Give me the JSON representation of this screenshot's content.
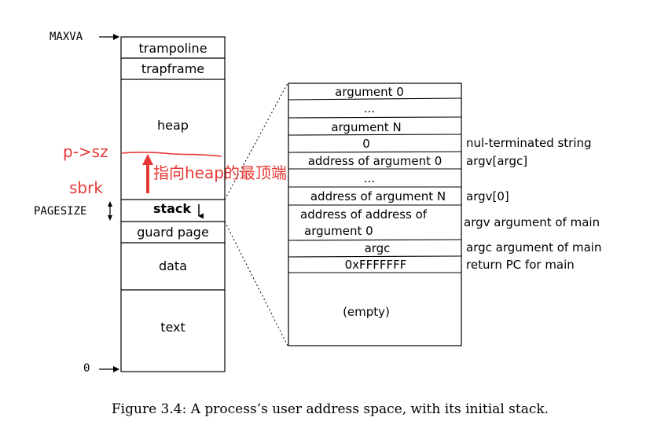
{
  "labels": {
    "maxva": "MAXVA",
    "pagesize": "PAGESIZE",
    "zero": "0"
  },
  "left_column": [
    {
      "id": "trampoline",
      "label": "trampoline"
    },
    {
      "id": "trapframe",
      "label": "trapframe"
    },
    {
      "id": "heap",
      "label": "heap"
    },
    {
      "id": "stack",
      "label": "stack"
    },
    {
      "id": "guard-page",
      "label": "guard page"
    },
    {
      "id": "data",
      "label": "data"
    },
    {
      "id": "text",
      "label": "text"
    }
  ],
  "stack_detail": [
    {
      "label": "argument 0",
      "note": ""
    },
    {
      "label": "...",
      "note": ""
    },
    {
      "label": "argument N",
      "note": ""
    },
    {
      "label": "0",
      "note": "nul-terminated string"
    },
    {
      "label": "address of argument 0",
      "note": "argv[argc]"
    },
    {
      "label": "...",
      "note": ""
    },
    {
      "label": "address of argument N",
      "note": "argv[0]"
    },
    {
      "label": "address of address of",
      "label2": "argument 0",
      "note": "argv argument of main"
    },
    {
      "label": "argc",
      "note": "argc argument of main"
    },
    {
      "label": "0xFFFFFFF",
      "note": "return PC for main"
    },
    {
      "label": "(empty)",
      "note": ""
    }
  ],
  "annotations": {
    "p_sz": "p->sz",
    "sbrk": "sbrk",
    "heap_top": "指向heap的最顶端",
    "color": "#e53935"
  },
  "caption": "Figure 3.4: A process’s user address space, with its initial stack."
}
